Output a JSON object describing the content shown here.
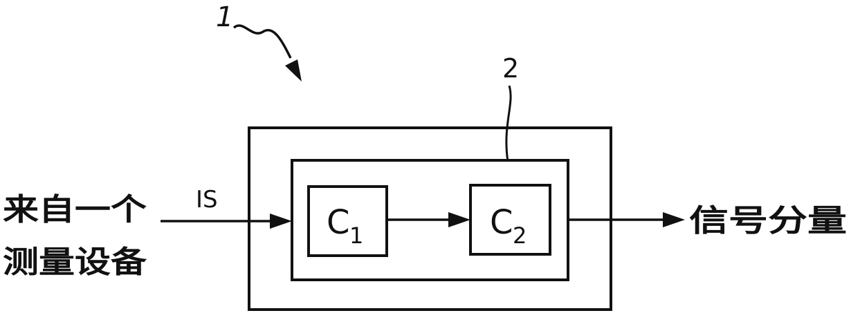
{
  "reference_numerals": {
    "device": "1",
    "processor": "2"
  },
  "input": {
    "line1": "来自一个",
    "line2": "测量设备",
    "signal_label": "IS"
  },
  "blocks": {
    "c1": {
      "letter": "C",
      "subscript": "1"
    },
    "c2": {
      "letter": "C",
      "subscript": "2"
    }
  },
  "output": {
    "label": "信号分量"
  }
}
